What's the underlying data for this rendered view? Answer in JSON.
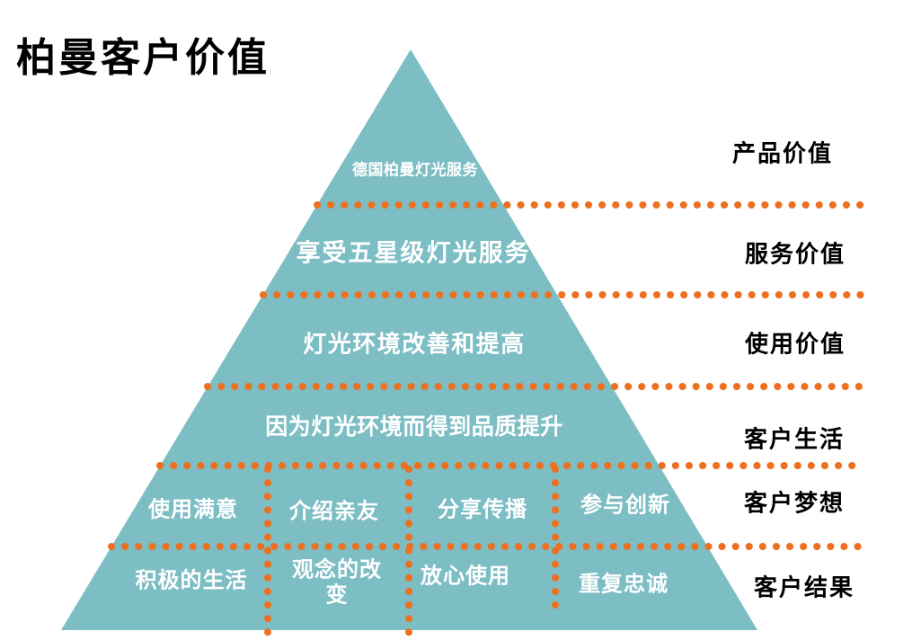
{
  "title": "柏曼客户价值",
  "colors": {
    "pyramid": "#7CBEC4",
    "dots": "#ED7020",
    "title_text": "#000000",
    "pyramid_text": "#FFFFFF",
    "label_text": "#000000"
  },
  "pyramid": {
    "levels": [
      {
        "label": "德国柏曼灯光服务"
      },
      {
        "label": "享受五星级灯光服务"
      },
      {
        "label": "灯光环境改善和提高"
      },
      {
        "label": "因为灯光环境而得到品质提升"
      }
    ],
    "dream_row": [
      "使用满意",
      "介绍亲友",
      "分享传播",
      "参与创新"
    ],
    "result_row": [
      "积极的生活",
      "观念的改变",
      "放心使用",
      "重复忠诚"
    ]
  },
  "right_labels": [
    "产品价值",
    "服务价值",
    "使用价值",
    "客户生活",
    "客户梦想",
    "客户结果"
  ]
}
